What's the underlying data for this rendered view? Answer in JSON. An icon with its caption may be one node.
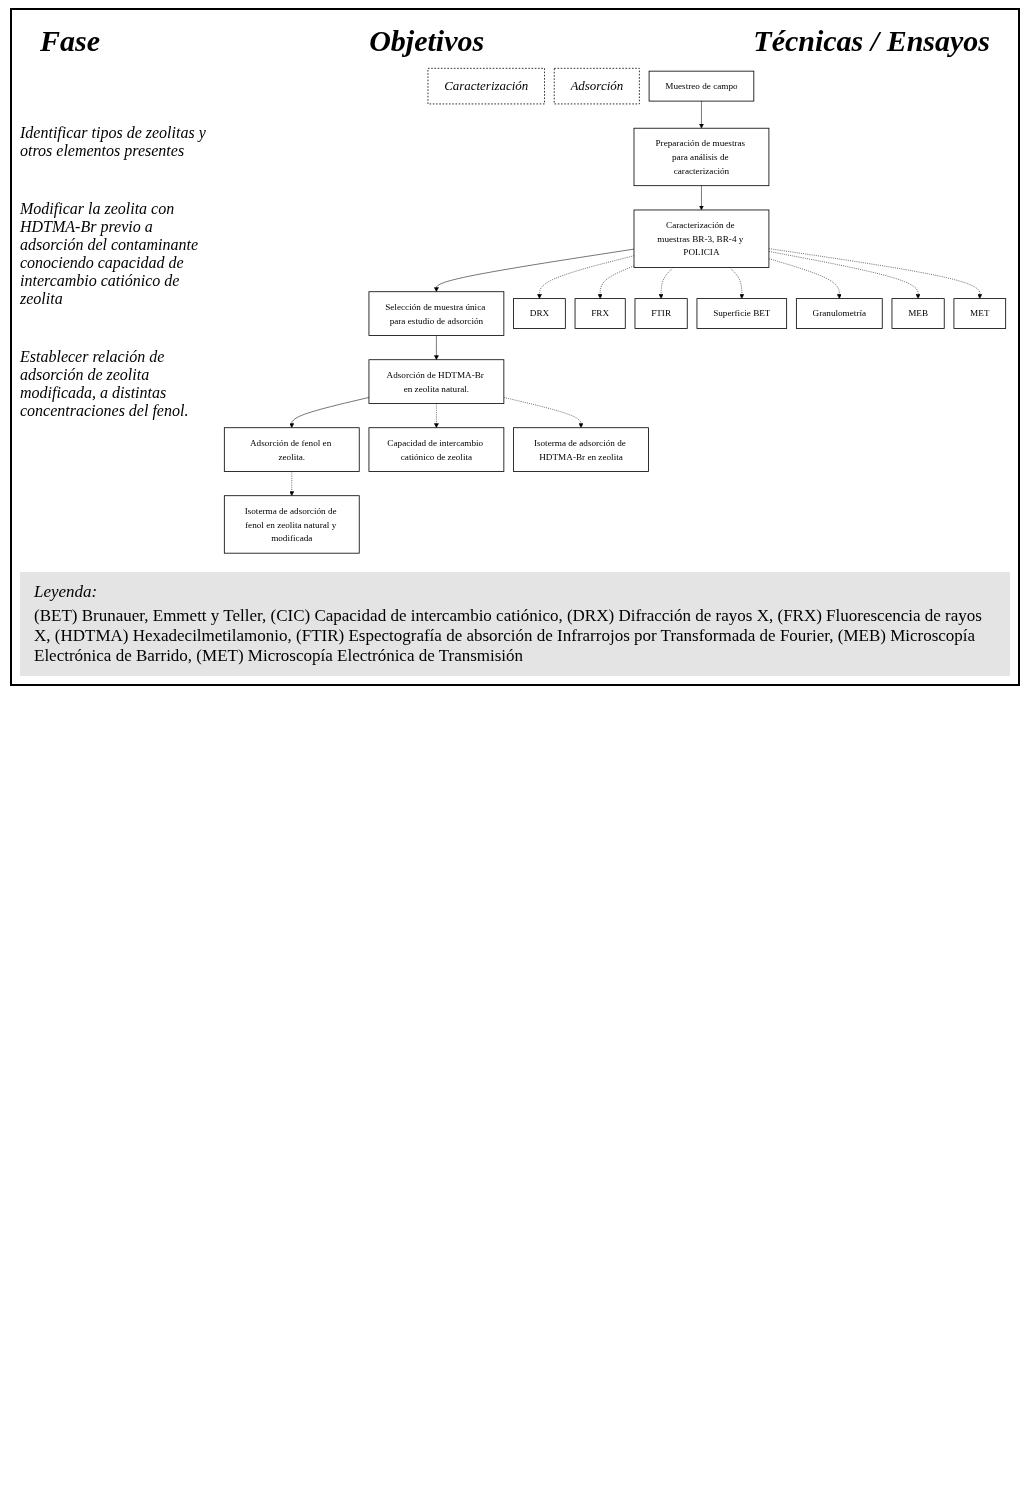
{
  "diagram": {
    "nodes": [
      {
        "text": [
          "Caracterización"
        ]
      },
      {
        "text": [
          "Adsorción"
        ]
      },
      {
        "text": [
          "Muestreo de campo"
        ]
      },
      {
        "text": [
          "Preparación de muestras para análisis de caracterización"
        ]
      },
      {
        "text": [
          "Caracterización de muestras BR-3, BR-4 y POLICIA"
        ]
      },
      {
        "text": [
          "Selección de muestra única para estudio de adsorción"
        ]
      },
      {
        "text": [
          "Adsorción de HDTMA-Br en zeolita natural."
        ]
      },
      {
        "text": [
          "Adsorción de fenol en zeolita."
        ]
      },
      {
        "text": [
          "DRX"
        ]
      },
      {
        "text": [
          "FRX"
        ]
      },
      {
        "text": [
          "FTIR"
        ]
      },
      {
        "text": [
          "Superficie BET"
        ]
      },
      {
        "text": [
          "Granulometría"
        ]
      },
      {
        "text": [
          "MEB"
        ]
      },
      {
        "text": [
          "MET"
        ]
      },
      {
        "text": [
          "Capacidad de intercambio catiónico de zeolita"
        ]
      },
      {
        "text": [
          "Isoterma de adsorción de HDTMA-Br en zeolita"
        ]
      },
      {
        "text": [
          "Isoterma de adsorción de fenol en zeolita natural y modificada"
        ]
      }
    ],
    "edges": [
      {
        "from": 2,
        "to": 3,
        "arrow": "to"
      },
      {
        "from": 3,
        "to": 4,
        "arrow": "to"
      },
      {
        "from": 4,
        "to": 5,
        "arrow": "to"
      },
      {
        "from": 5,
        "to": 6,
        "arrow": "to"
      },
      {
        "from": 6,
        "to": 7,
        "arrow": "to"
      },
      {
        "from": 4,
        "to": 8,
        "arrow": "to",
        "style": "dashed"
      },
      {
        "from": 4,
        "to": 9,
        "arrow": "to",
        "style": "dashed"
      },
      {
        "from": 4,
        "to": 10,
        "arrow": "to",
        "style": "dashed"
      },
      {
        "from": 4,
        "to": 11,
        "arrow": "to",
        "style": "dashed"
      },
      {
        "from": 4,
        "to": 12,
        "arrow": "to",
        "style": "dashed"
      },
      {
        "from": 4,
        "to": 13,
        "arrow": "to",
        "style": "dashed"
      },
      {
        "from": 4,
        "to": 14,
        "arrow": "to",
        "style": "dashed"
      },
      {
        "from": 6,
        "to": 15,
        "arrow": "to",
        "style": "dashed"
      },
      {
        "from": 6,
        "to": 16,
        "arrow": "to",
        "style": "dashed"
      },
      {
        "from": 7,
        "to": 17,
        "arrow": "to",
        "style": "dashed"
      }
    ],
    "labels": [
      "Fase",
      "Objetivos",
      "Técnicas / Ensayos",
      "Identificar tipos de zeolitas y otros elementos presentes",
      "Modificar la zeolita con HDTMA-Br previo a adsorción del contaminante conociendo capacidad de intercambio catiónico de zeolita",
      "Establecer relación de adsorción de zeolita modificada, a distintas concentraciones del fenol.",
      "Leyenda:",
      "(BET) Brunauer, Emmett y Teller, (CIC) Capacidad de intercambio catiónico, (DRX) Difracción de rayos X, (FRX) Fluorescencia de rayos X, (HDTMA) Hexadecilmetilamonio, (FTIR) Espectografía de absorción de Infrarrojos por Transformada de Fourier, (MEB) Microscopía Electrónica de Barrido, (MET) Microscopía Electrónica de Transmisión"
    ]
  }
}
